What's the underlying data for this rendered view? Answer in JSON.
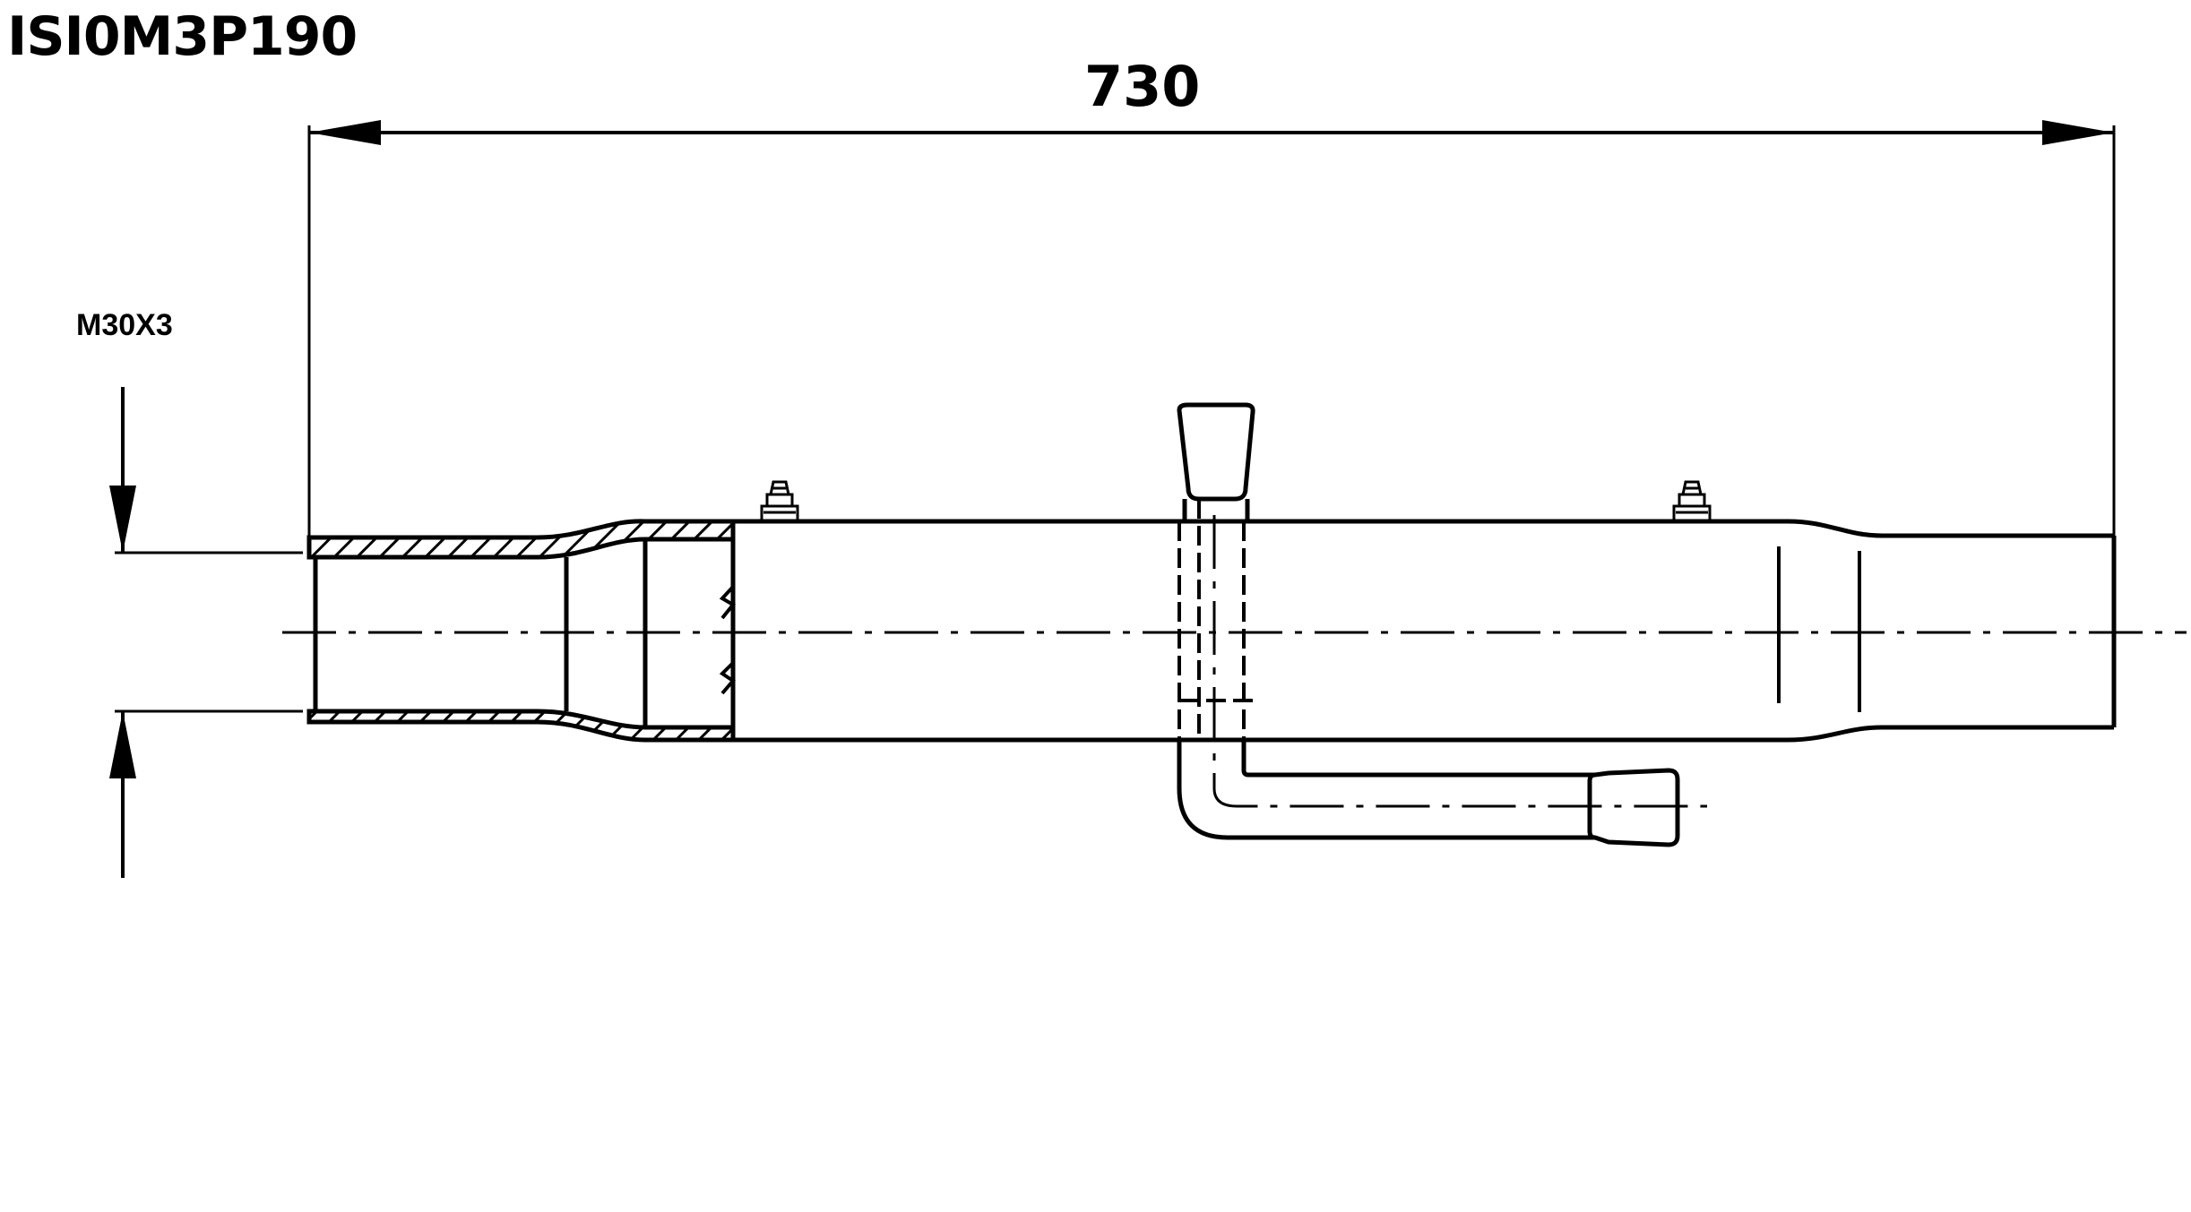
{
  "drawing": {
    "part_number": "ISI0M3P190",
    "overall_length": "730",
    "thread_spec": "M30X3"
  },
  "colors": {
    "line": "#000000",
    "background": "#ffffff"
  }
}
